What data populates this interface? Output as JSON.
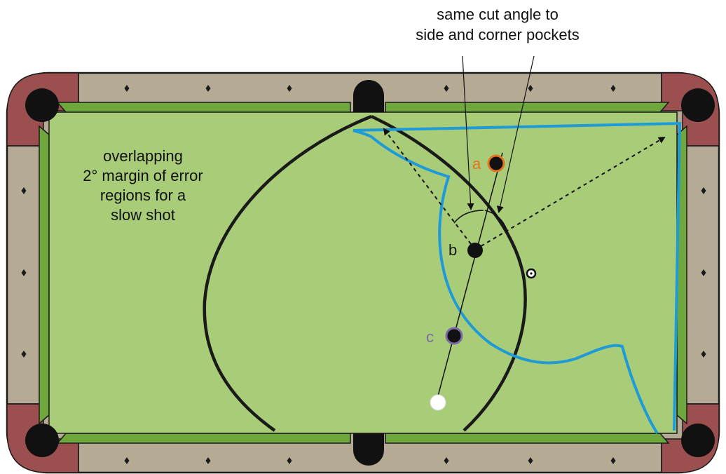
{
  "annotations": {
    "cut_angle_line1": "same cut angle to",
    "cut_angle_line2": "side and corner pockets",
    "margin_line1": "overlapping",
    "margin_line2": "2° margin of error",
    "margin_line3": "regions for a",
    "margin_line4": "slow shot"
  },
  "balls": {
    "a": {
      "label": "a",
      "ring_color": "#e8731e",
      "label_color": "#e8731e"
    },
    "b": {
      "label": "b",
      "label_color": "#1a1a1a"
    },
    "c": {
      "label": "c",
      "ring_color": "#7a6aa6",
      "label_color": "#7a6aa6"
    },
    "cue": {
      "fill": "#ffffff"
    },
    "eight": {
      "fill": "#ffffff"
    }
  },
  "colors": {
    "cloth": "#a8cc78",
    "cushion": "#6ea73c",
    "rail": "#b5ab95",
    "corner": "#9b4f4f",
    "pocket": "#111111",
    "region_outline": "#1a1a1a",
    "zone_outline": "#1e9bd6"
  }
}
